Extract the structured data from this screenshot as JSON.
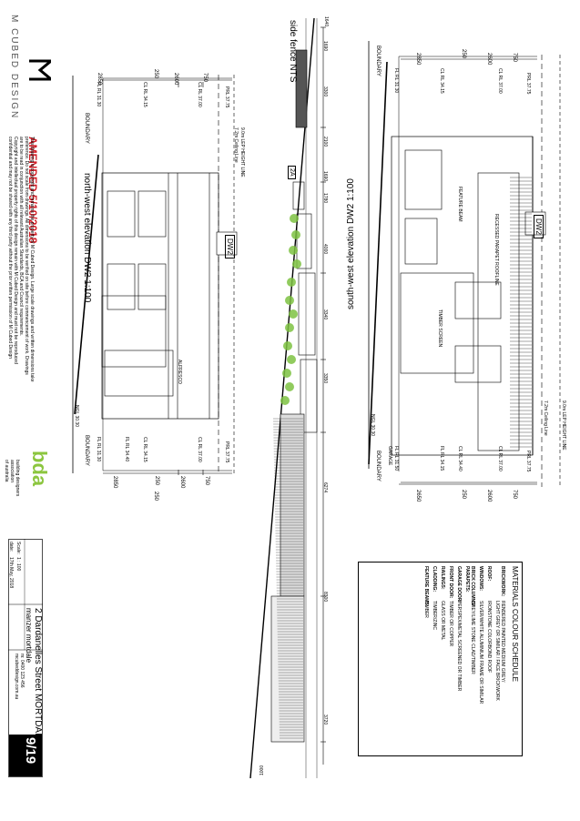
{
  "brand": {
    "name": "M CUBED DESIGN"
  },
  "amendment": "AMENDED 5/10/2018",
  "disclaimer": [
    "This drawing is copyright and remains the property of M Cubed Design. Large scale drawings and written dimensions take",
    "preference. Do not scale from drawings. All dimensions to be verified on site before commencement of work. Drawings",
    "are to be read in conjunction with all relevant Australian Standards, BCA and Council requirements.",
    "Copyright and intellectual property rights of this design remain with M Cubed Design and must not be reproduced",
    "confidential and may not be shared with any third party without the prior written permission of M Cubed Design"
  ],
  "bda_logo": "bda",
  "bda_member": [
    "building designers",
    "association",
    "of australia"
  ],
  "nw": {
    "title": "north-west elevation DW2   1:100",
    "boundary_top": "BOUNDARY",
    "boundary_bottom": "BOUNDARY",
    "ceiling": "7.2m Ceiling Line",
    "height_line": "9.0m LEP HEIGHT LINE",
    "dims_top": [
      "2850",
      "250",
      "2600",
      "750"
    ],
    "dims_bottom": [
      "2850",
      "250",
      "2600",
      "750"
    ],
    "dim_bottom_total": "250",
    "levels_top": [
      "FL RL 31.30",
      "CL RL 34.15",
      "CL RL 37.00",
      "PRL 37.75"
    ],
    "levels_bottom": [
      "FL RL 31.30",
      "FL RL 34.40",
      "CL RL 34.15",
      "CL RL 37.00",
      "PRL 37.75"
    ],
    "ngl": "NGL 30.30",
    "label_mark": "DW2",
    "alfresco": "ALFRESCO"
  },
  "fence": {
    "title": "side fence   NTS",
    "dims": [
      "1690",
      "3300",
      "2100",
      "1690",
      "1780",
      "4000",
      "3340",
      "3350",
      "6274",
      "8300",
      "3720"
    ],
    "start": "1640",
    "mark": "2A",
    "end": "1000"
  },
  "sw": {
    "title": "south-west elevation DW2   1:100",
    "boundary_top": "BOUNDARY",
    "boundary_bottom": "BOUNDARY",
    "ceiling": "7.2m Ceiling Line",
    "height_line": "9.0m LEP HEIGHT LINE",
    "dims_top": [
      "2850",
      "250",
      "2600",
      "750"
    ],
    "dims_bottom": [
      "2650",
      "250",
      "2600",
      "750"
    ],
    "levels_top": [
      "FL RL 31.30",
      "CL RL 34.15",
      "CL RL 37.00",
      "PRL 37.75"
    ],
    "levels_bottom": [
      "FL RL 31.50",
      "GARAGE",
      "FL RL 34.15",
      "CL RL 34.40",
      "CL RL 37.00",
      "PRL 37.75"
    ],
    "ngl": "NGL 30.30",
    "label_mark": "DW2",
    "notes": [
      "RECESSED PARAPET ROOFLINE",
      "FEATURE BEAM",
      "TIMBER SCREEN"
    ]
  },
  "schedule": {
    "title": "MATERIALS COLOUR SCHEDULE",
    "rows": [
      {
        "key": "BRICKWORK:",
        "value": "RENDERED PAINTED MEDIUM GREY/\nLIGHT GREY OR SIMILAR / FACE BRICKWORK"
      },
      {
        "key": "ROOF:",
        "value": "IRONSTONE COLORBOND ROOF"
      },
      {
        "key": "WINDOWS:",
        "value": "SILVER/WHITE ALUMINIUM FRAME OR SIMILAR"
      },
      {
        "key": "BRICK COLUMNS/\nPARAPETS:",
        "value": "GREY/LIME STONE CLAD/TIMBER"
      },
      {
        "key": "GARAGE DOOR:",
        "value": "PERSPEX/METAL SCREENED OR TIMBER"
      },
      {
        "key": "FRONT DOOR:",
        "value": "TIMBER OR COPPER"
      },
      {
        "key": "RAILINGS:",
        "value": "GLASS OR METAL"
      },
      {
        "key": "CLADDING:",
        "value": "TIMBER/ZINC"
      },
      {
        "key": "FEATURE BEAMS:",
        "value": "TIMBER"
      }
    ]
  },
  "titleblock": {
    "sheet_no": "9/19",
    "address": "2 Dardanelles Street MORTDALE",
    "client": "manzer mortdale",
    "scale_label": "Scale:",
    "scale": "1 : 100",
    "date_label": "date:",
    "date": "17th May, 2018",
    "contact": [
      "m: 0400 123 456",
      "mcubeddesign.com.au"
    ]
  },
  "colors": {
    "accent": "#d21d26",
    "bda": "#8cc63f",
    "planting": "#7ec242"
  }
}
